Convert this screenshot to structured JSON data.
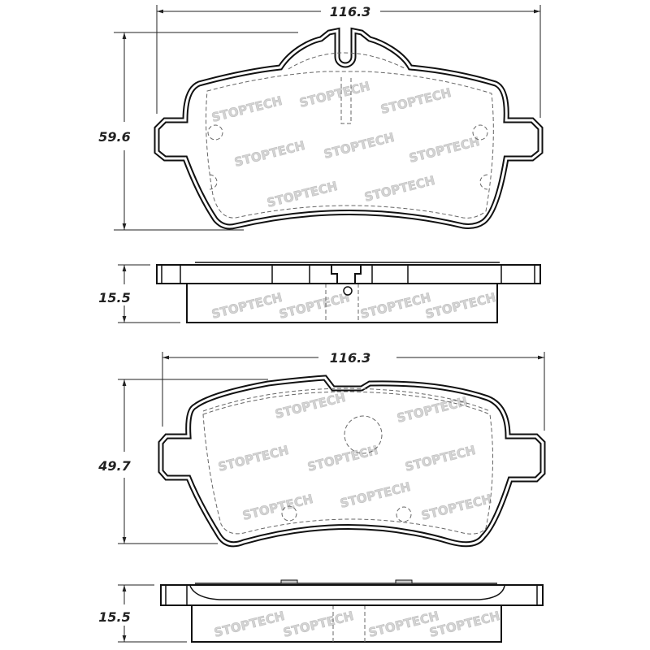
{
  "watermark": "STOPTECH",
  "views": {
    "pad1_front": {
      "width_label": "116.3",
      "height_label": "59.6"
    },
    "pad1_side": {
      "thickness_label": "15.5"
    },
    "pad2_front": {
      "width_label": "116.3",
      "height_label": "49.7"
    },
    "pad2_side": {
      "thickness_label": "15.5"
    }
  },
  "colors": {
    "line": "#111111",
    "watermark": "#dadada"
  }
}
